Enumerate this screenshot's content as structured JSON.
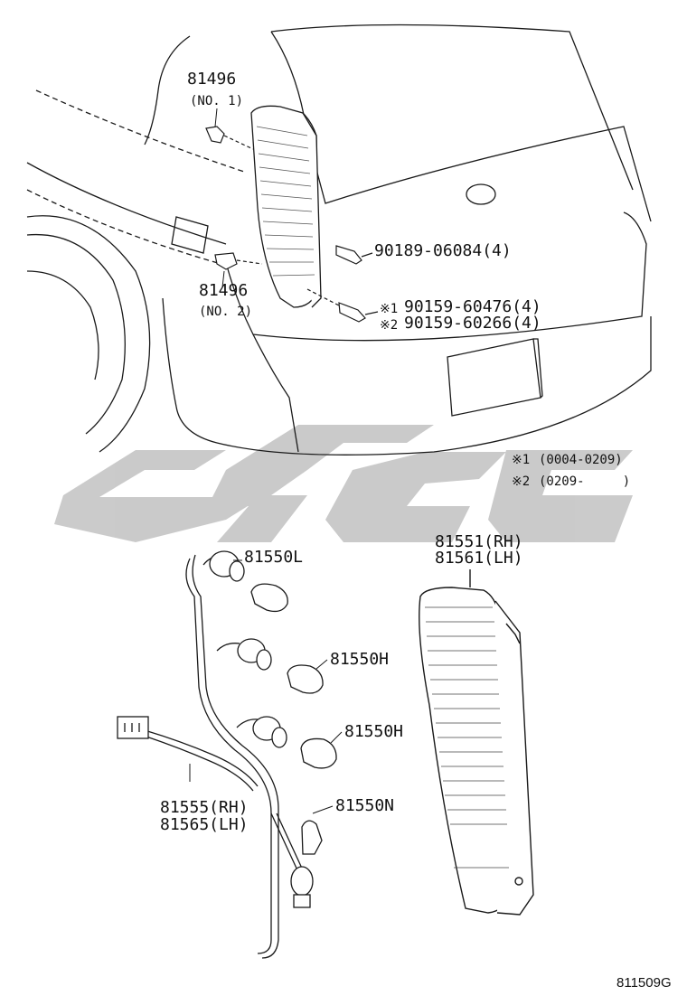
{
  "watermark": {
    "text": "ctoc",
    "color": "#c8c8c8"
  },
  "line_color": "#1a1a1a",
  "callouts": {
    "bracket_no1_part": "81496",
    "bracket_no1_sub": "(NO. 1)",
    "bracket_no2_part": "81496",
    "bracket_no2_sub": "(NO. 2)",
    "screw_upper": "90189-06084(4)",
    "screw_lower_1": "90159-60476(4)",
    "screw_lower_1_mark": "※1",
    "screw_lower_2": "90159-60266(4)",
    "screw_lower_2_mark": "※2",
    "lens_rh": "81551(RH)",
    "lens_lh": "81561(LH)",
    "bulb_l": "81550L",
    "bulb_h1": "81550H",
    "bulb_h2": "81550H",
    "bulb_n": "81550N",
    "harness_rh": "81555(RH)",
    "harness_lh": "81565(LH)"
  },
  "notes": {
    "note1_mark": "※1",
    "note1_text": "(0004-0209)",
    "note2_mark": "※2",
    "note2_text": "(0209-     )"
  },
  "figure_code": "811509G"
}
